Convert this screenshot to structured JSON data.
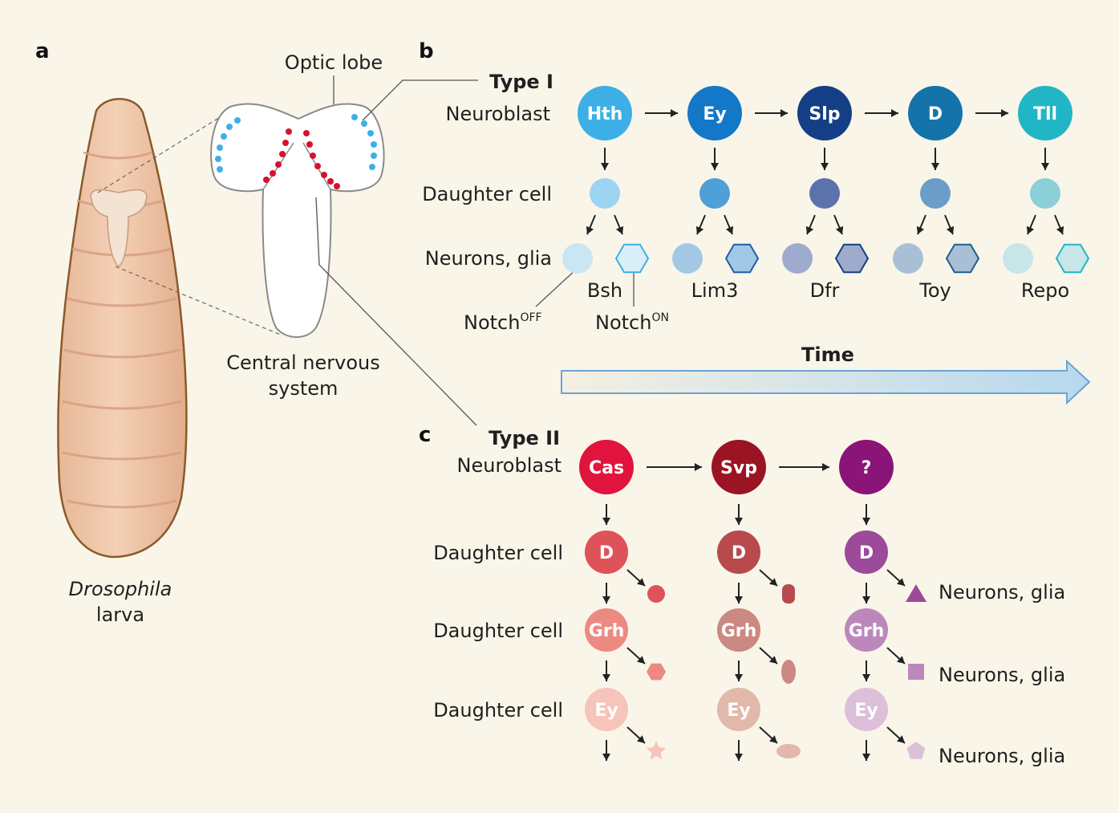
{
  "panels": {
    "a": "a",
    "b": "b",
    "c": "c"
  },
  "panel_a": {
    "optic_lobe": "Optic lobe",
    "cns_line1": "Central nervous",
    "cns_line2": "system",
    "larva_line1": "Drosophila",
    "larva_line2": "larva"
  },
  "panel_b": {
    "type_label": "Type I",
    "neuroblast_label": "Neuroblast",
    "daughter_label": "Daughter cell",
    "neurons_label": "Neurons, glia",
    "notch_off": "Notch",
    "notch_off_sup": "OFF",
    "notch_on": "Notch",
    "notch_on_sup": "ON",
    "time_label": "Time",
    "stages": [
      {
        "factor": "Hth",
        "gene": "Bsh",
        "nb_color": "#3cb0e6",
        "daughter_color": "#9dd4f2",
        "neuron_color": "#c8e6f4",
        "glia_color": "#d8eef8",
        "glia_stroke": "#3cb0e6"
      },
      {
        "factor": "Ey",
        "gene": "Lim3",
        "nb_color": "#1478c8",
        "daughter_color": "#4f9fd8",
        "neuron_color": "#a3c8e6",
        "glia_color": "#a3c8e6",
        "glia_stroke": "#1c5fa8"
      },
      {
        "factor": "Slp",
        "gene": "Dfr",
        "nb_color": "#143f86",
        "daughter_color": "#5b72aa",
        "neuron_color": "#9eabcc",
        "glia_color": "#9eabcc",
        "glia_stroke": "#143f86"
      },
      {
        "factor": "D",
        "gene": "Toy",
        "nb_color": "#1473aa",
        "daughter_color": "#6a9ec8",
        "neuron_color": "#a8bfd6",
        "glia_color": "#a8bfd6",
        "glia_stroke": "#1f5f8e"
      },
      {
        "factor": "Tll",
        "gene": "Repo",
        "nb_color": "#21b6c6",
        "daughter_color": "#8ccfd8",
        "neuron_color": "#c6e6e8",
        "glia_color": "#c6e6e8",
        "glia_stroke": "#21b6c6"
      }
    ]
  },
  "panel_c": {
    "type_label": "Type II",
    "neuroblast_label": "Neuroblast",
    "daughter_label": "Daughter cell",
    "neurons_label": "Neurons, glia",
    "columns": [
      {
        "factor": "Cas",
        "nb_color": "#e0143c",
        "tiers": [
          "D",
          "Grh",
          "Ey"
        ],
        "tier_colors": [
          "#e0525a",
          "#ec8a82",
          "#f6c4b8"
        ],
        "shapes": [
          "circle",
          "hexagon",
          "star"
        ],
        "shape_colors": [
          "#e0525a",
          "#ec8a82",
          "#f6c4b8"
        ]
      },
      {
        "factor": "Svp",
        "nb_color": "#9a1424",
        "tiers": [
          "D",
          "Grh",
          "Ey"
        ],
        "tier_colors": [
          "#b84a4e",
          "#cc8882",
          "#e2b8aa"
        ],
        "shapes": [
          "rounded-rect",
          "ellipse-tall",
          "ellipse-wide"
        ],
        "shape_colors": [
          "#b84a4e",
          "#cc8882",
          "#e2b8aa"
        ]
      },
      {
        "factor": "?",
        "nb_color": "#8a1478",
        "tiers": [
          "D",
          "Grh",
          "Ey"
        ],
        "tier_colors": [
          "#9c4a9a",
          "#bc88bc",
          "#dcc0da"
        ],
        "shapes": [
          "triangle",
          "square",
          "pentagon"
        ],
        "shape_colors": [
          "#9c4a9a",
          "#bc88bc",
          "#dcc0da"
        ]
      }
    ]
  }
}
